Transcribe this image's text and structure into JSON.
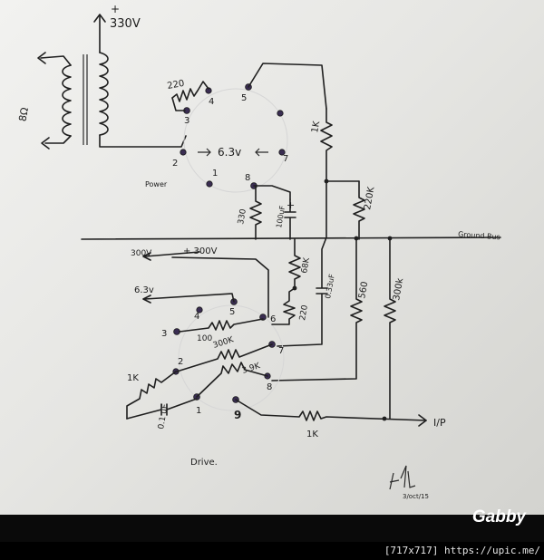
{
  "labels": {
    "v330": "330V",
    "ohms8": "8Ω",
    "r220_top": "220",
    "pin4_top": "4",
    "pin5_top": "5",
    "pin3_top": "3",
    "pin2_top": "2",
    "pin1_top": "1",
    "pin8_top": "8",
    "pin7_top": "7",
    "heater_top": "6.3v",
    "r1k_plate": "1K",
    "power": "Power",
    "r330": "330",
    "cap100uf": "100uF",
    "plus": "+",
    "r220k": "220K",
    "ground_bus": "Ground Bus",
    "v300": "300V",
    "v300plus": "+ 300V",
    "r68k": "68K",
    "cap033": "0.33uF",
    "r560": "560",
    "r300k_right": "300k",
    "heater_bottom": "6.3v",
    "r220_bottom": "220",
    "pin4_bot": "4",
    "pin5_bot": "5",
    "pin3_bot": "3",
    "pin6_bot": "6",
    "r100": "100",
    "r300k_mid": "300K",
    "pin7_bot": "7",
    "pin2_bot": "2",
    "r39k": "3.9K",
    "pin8_bot": "8",
    "r1k_left": "1K",
    "cap01": "0.1 uF",
    "pin1_bot": "1",
    "pin9_bot": "9",
    "r1k_input": "1K",
    "input": "I/P",
    "drive": "Drive.",
    "signature_date": "3/oct/15"
  },
  "watermark": {
    "brand": "Gabby"
  },
  "footer": {
    "text": "[717x717] https://upic.me/"
  },
  "colors": {
    "ink": "#1f1f1f",
    "pin": "#3a2d52",
    "paper": "#e6e6e3",
    "background": "#000000"
  }
}
